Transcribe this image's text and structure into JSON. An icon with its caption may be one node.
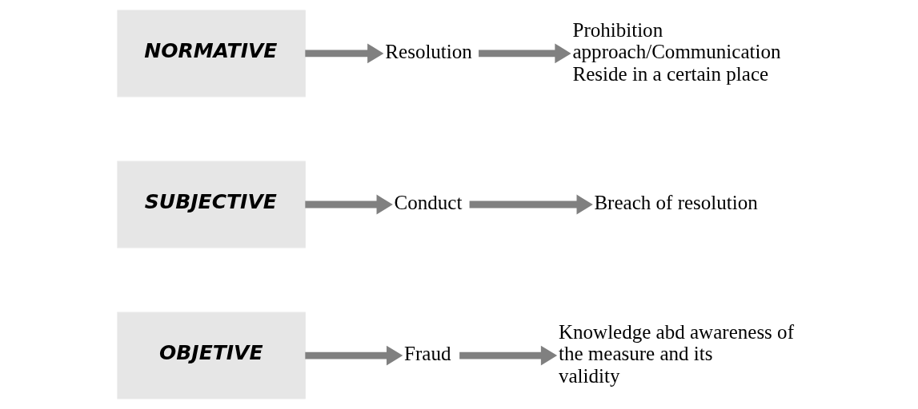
{
  "diagram": {
    "nodes": [
      {
        "text": [
          "NORMATIVE"
        ]
      },
      {
        "text": [
          "Resolution"
        ]
      },
      {
        "text": [
          "Prohibition approach/Communication Reside in a certain place"
        ]
      },
      {
        "text": [
          "SUBJECTIVE"
        ]
      },
      {
        "text": [
          "Conduct"
        ]
      },
      {
        "text": [
          "Breach of resolution"
        ]
      },
      {
        "text": [
          "OBJETIVE"
        ]
      },
      {
        "text": [
          "Fraud"
        ]
      },
      {
        "text": [
          "Knowledge abd awareness of the measure and its validity"
        ]
      }
    ],
    "edges": [
      {
        "from": 0,
        "to": 1,
        "arrow": "to"
      },
      {
        "from": 1,
        "to": 2,
        "arrow": "to"
      },
      {
        "from": 3,
        "to": 4,
        "arrow": "to"
      },
      {
        "from": 4,
        "to": 5,
        "arrow": "to"
      },
      {
        "from": 6,
        "to": 7,
        "arrow": "to"
      },
      {
        "from": 7,
        "to": 8,
        "arrow": "to"
      }
    ]
  }
}
